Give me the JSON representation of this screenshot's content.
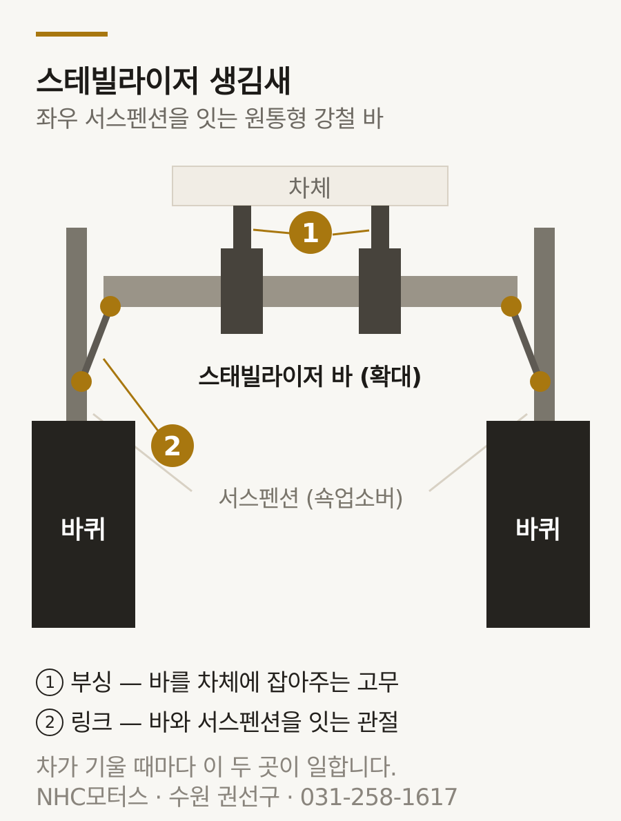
{
  "header": {
    "title": "스테빌라이저 생김새",
    "subtitle": "좌우 서스펜션을 잇는 원통형 강철 바"
  },
  "diagram": {
    "body_label": "차체",
    "bar_label": "스태빌라이저 바 (확대)",
    "suspension_label": "서스펜션 (쇽업소버)",
    "wheel_left_label": "바퀴",
    "wheel_right_label": "바퀴",
    "marker_1": "1",
    "marker_2": "2"
  },
  "legend": {
    "item1_num": "1",
    "item1_text": "부싱 — 바를 차체에 잡아주는 고무",
    "item2_num": "2",
    "item2_text": "링크 — 바와 서스펜션을 잇는 관절"
  },
  "footer": {
    "note": "차가 기울 때마다 이 두 곳이 일합니다.",
    "company": "NHC모터스 · 수원 권선구 · 031-258-1617"
  },
  "colors": {
    "background": "#f8f7f3",
    "accent": "#a8770f",
    "body_box": "#f1ede5",
    "bar": "#9a9488",
    "post": "#7a766c",
    "bushing": "#47433c",
    "wheel": "#25231f",
    "callout_line": "#d8d1c4"
  }
}
